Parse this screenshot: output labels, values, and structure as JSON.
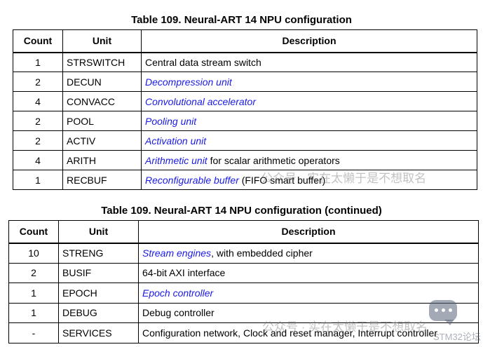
{
  "table1": {
    "caption": "Table 109. Neural-ART 14 NPU configuration",
    "headers": [
      "Count",
      "Unit",
      "Description"
    ],
    "rows": [
      {
        "count": "1",
        "unit": "STRSWITCH",
        "link": "",
        "desc": "Central data stream switch"
      },
      {
        "count": "2",
        "unit": "DECUN",
        "link": "Decompression unit",
        "desc": ""
      },
      {
        "count": "4",
        "unit": "CONVACC",
        "link": "Convolutional accelerator",
        "desc": ""
      },
      {
        "count": "2",
        "unit": "POOL",
        "link": "Pooling unit",
        "desc": ""
      },
      {
        "count": "2",
        "unit": "ACTIV",
        "link": "Activation unit",
        "desc": ""
      },
      {
        "count": "4",
        "unit": "ARITH",
        "link": "Arithmetic unit",
        "desc": " for scalar arithmetic operators"
      },
      {
        "count": "1",
        "unit": "RECBUF",
        "link": "Reconfigurable buffer",
        "desc": " (FIFO smart buffer)"
      }
    ]
  },
  "table2": {
    "caption": "Table 109. Neural-ART 14 NPU configuration  (continued)",
    "headers": [
      "Count",
      "Unit",
      "Description"
    ],
    "rows": [
      {
        "count": "10",
        "unit": "STRENG",
        "link": "Stream engines",
        "desc": ", with embedded cipher"
      },
      {
        "count": "2",
        "unit": "BUSIF",
        "link": "",
        "desc": "64-bit AXI interface"
      },
      {
        "count": "1",
        "unit": "EPOCH",
        "link": "Epoch controller",
        "desc": ""
      },
      {
        "count": "1",
        "unit": "DEBUG",
        "link": "",
        "desc": "Debug controller"
      },
      {
        "count": "-",
        "unit": "SERVICES",
        "link": "",
        "desc": "Configuration network, Clock and reset manager, Interrupt controller"
      }
    ]
  },
  "watermark": {
    "text": "公众号 · 实在太懒于是不想取名",
    "forum": "STM32论坛"
  },
  "colors": {
    "link": "#1a1ae6",
    "border": "#000000"
  }
}
